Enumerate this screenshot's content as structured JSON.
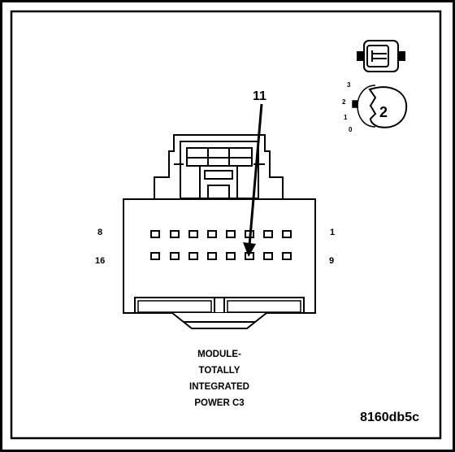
{
  "pin_labels": {
    "top_left": "8",
    "top_right": "1",
    "bottom_left": "16",
    "bottom_right": "9"
  },
  "callout": "11",
  "caption": [
    "MODULE-",
    "TOTALLY",
    "INTEGRATED",
    "POWER C3"
  ],
  "image_code": "8160db5c",
  "lock_positions": [
    "3",
    "2",
    "1",
    "0"
  ],
  "lock_number": "2"
}
